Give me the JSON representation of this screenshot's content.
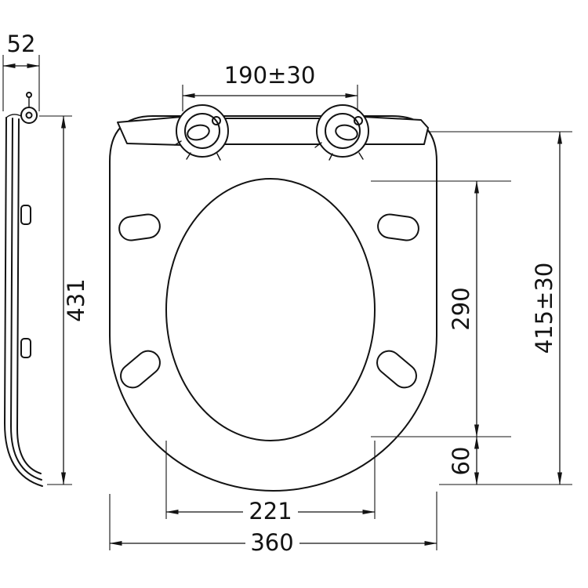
{
  "drawing": {
    "background": "#ffffff",
    "line_color": "#131313",
    "dimensions": {
      "side_width": "52",
      "side_height": "431",
      "hinge_spacing": "190±30",
      "opening_length": "290",
      "overall_length": "415±30",
      "rear_offset": "60",
      "opening_width": "221",
      "overall_width": "360"
    }
  }
}
